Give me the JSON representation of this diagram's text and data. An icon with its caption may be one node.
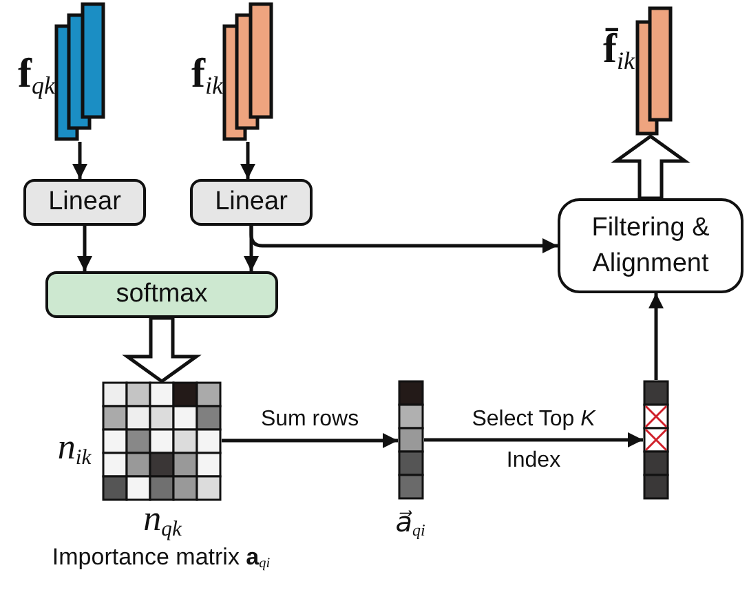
{
  "diagram": {
    "nodes": [
      {
        "text": [
          "**f**$_{qk}$"
        ]
      },
      {
        "text": [
          "**f**$_{ik}$"
        ]
      },
      {
        "text": [
          "Linear"
        ]
      },
      {
        "text": [
          "Linear"
        ]
      },
      {
        "text": [
          "softmax"
        ]
      },
      {
        "text": [
          "Filtering & Alignment"
        ]
      },
      {
        "text": [
          "**f̄**$_{ik}$"
        ]
      },
      {
        "text": [
          "*n*$_{ik}$",
          "*n*$_{qk}$",
          "Importance matrix **a**$_{qi}$"
        ]
      },
      {
        "text": [
          "*a⃗*$_{qi}$"
        ]
      },
      {
        "text": [],
        "shape": "bar"
      }
    ],
    "edges": [
      {
        "from": 0,
        "to": 2,
        "arrow": "to"
      },
      {
        "from": 1,
        "to": 3,
        "arrow": "to"
      },
      {
        "from": 2,
        "to": 4,
        "arrow": "to"
      },
      {
        "from": 3,
        "to": 4,
        "arrow": "to"
      },
      {
        "from": 3,
        "to": 5,
        "arrow": "to"
      },
      {
        "from": 4,
        "to": 7,
        "arrow": "to",
        "style": "thick"
      },
      {
        "from": 7,
        "to": 8,
        "arrow": "to",
        "label": "Sum rows"
      },
      {
        "from": 8,
        "to": 9,
        "arrow": "to",
        "label": "Select Top *K* Index"
      },
      {
        "from": 9,
        "to": 5,
        "arrow": "to"
      },
      {
        "from": 5,
        "to": 6,
        "arrow": "to",
        "style": "thick"
      }
    ]
  }
}
